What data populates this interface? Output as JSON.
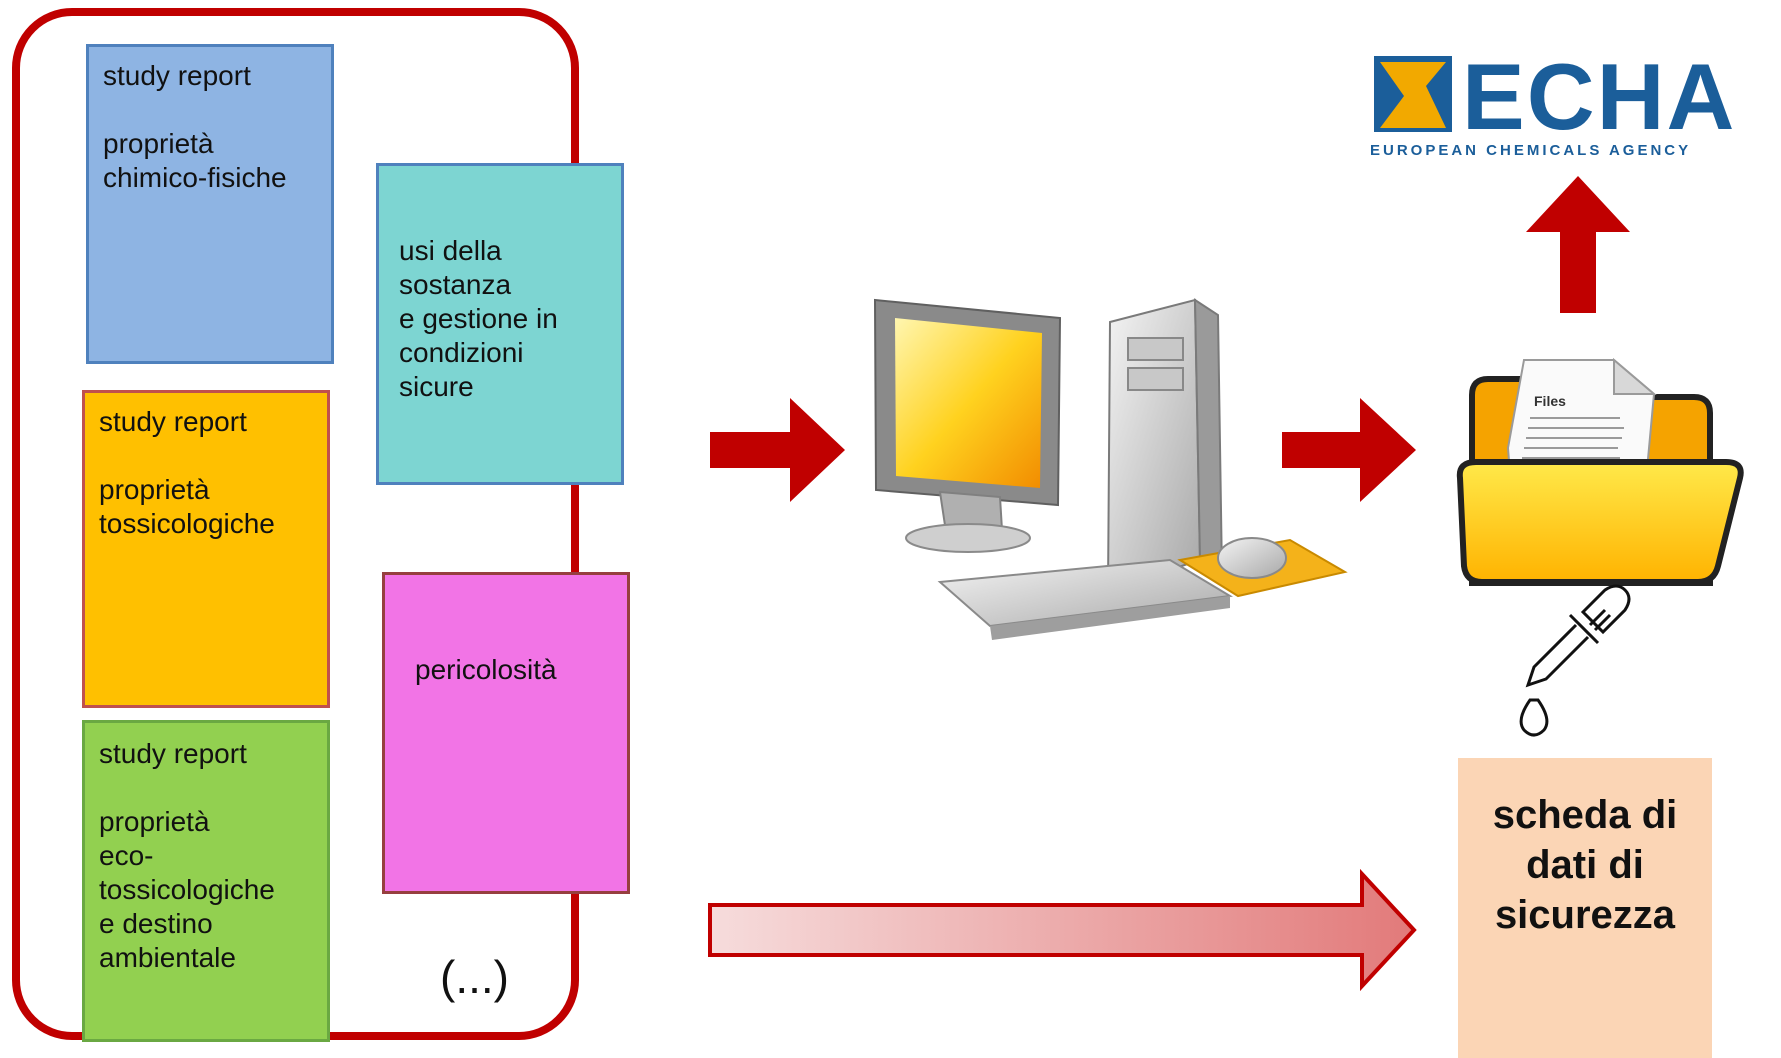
{
  "boxes": [
    {
      "name": "study-report-physchem",
      "text": "study report\n\nproprietà\nchimico-fisiche"
    },
    {
      "name": "uses-safe-handling",
      "text": "usi della\nsostanza\ne gestione in\ncondizioni\nsicure"
    },
    {
      "name": "study-report-tox",
      "text": "study report\n\nproprietà\ntossicologiche"
    },
    {
      "name": "hazards",
      "text": "pericolosità"
    },
    {
      "name": "study-report-ecotox",
      "text": "study report\n\nproprietà\neco-\ntossicologiche\ne destino\nambientale"
    }
  ],
  "ellipsis": "(...)",
  "output": {
    "sds": "scheda di\ndati di\nsicurezza"
  },
  "logo": {
    "name": "ECHA",
    "subtitle": "EUROPEAN CHEMICALS AGENCY"
  },
  "file_icon": {
    "label": "Files"
  },
  "colors": {
    "frame": "#c00000",
    "arrow": "#c00000",
    "blue": "#8eb4e3",
    "teal": "#7dd5d2",
    "orange": "#ffc000",
    "pink": "#f274e6",
    "green": "#92d050",
    "sds": "#fbd5b5",
    "echa": "#1b5e9a"
  }
}
